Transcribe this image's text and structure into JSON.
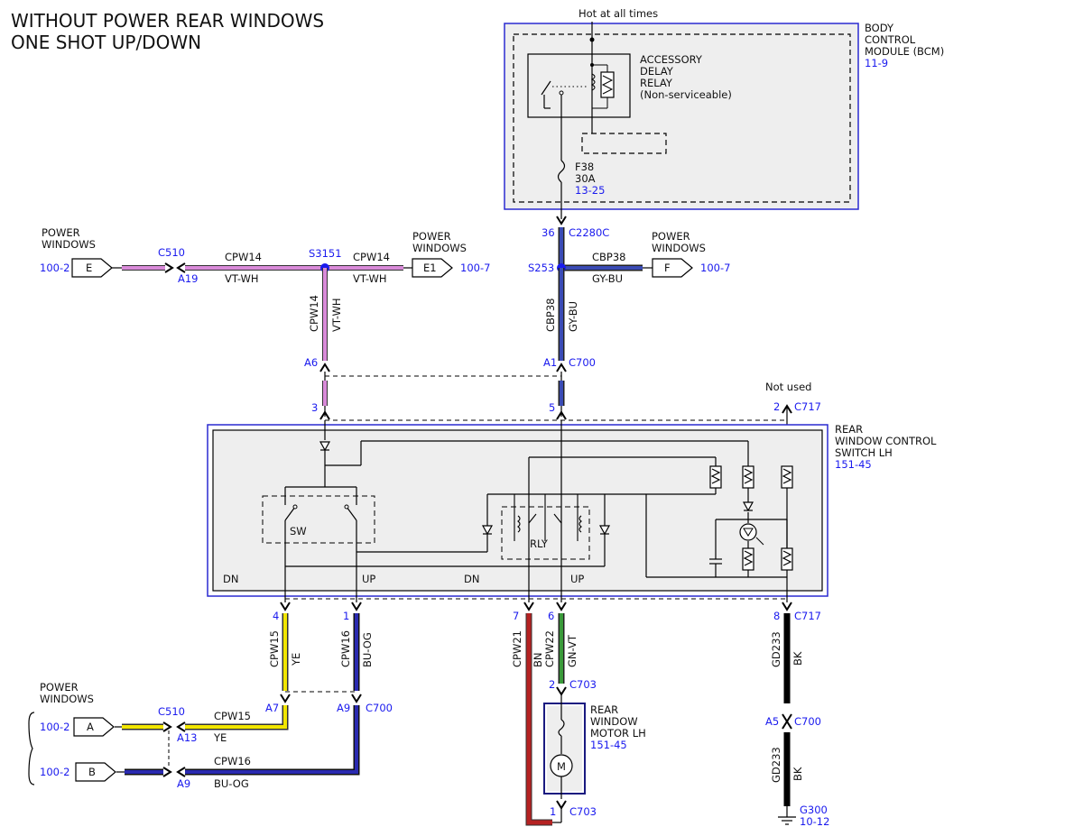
{
  "title": {
    "line1": "WITHOUT POWER REAR WINDOWS",
    "line2": "ONE SHOT UP/DOWN"
  },
  "colors": {
    "violet_white": "#d98ad9",
    "gray_blue": "#3a4bb5",
    "yellow": "#f2e600",
    "blue_orange": "#2a2ab0",
    "brown": "#b52222",
    "green_violet": "#3a9a3a",
    "black": "#000000",
    "ref_blue": "#1a1aee",
    "module_fill": "#eeeeee"
  },
  "power": {
    "hot": "Hot at all times"
  },
  "bcm": {
    "name": [
      "BODY",
      "CONTROL",
      "MODULE (BCM)"
    ],
    "ref": "11-9",
    "relay_label": [
      "ACCESSORY",
      "DELAY",
      "RELAY",
      "(Non-serviceable)"
    ],
    "fuse_id": "F38",
    "fuse_rating": "30A",
    "fuse_ref": "13-25"
  },
  "connectors": {
    "c2280c_pin": "36",
    "c2280c": "C2280C",
    "s253": "S253",
    "s3151": "S3151",
    "c510_top": "C510",
    "a19": "A19",
    "a6": "A6",
    "a1": "A1",
    "c700_top": "C700",
    "pin3": "3",
    "pin5": "5",
    "pin2_c717": "2",
    "c717_top": "C717",
    "not_used": "Not used",
    "pin4": "4",
    "pin1": "1",
    "pin7": "7",
    "pin6": "6",
    "pin8": "8",
    "c717_bot": "C717",
    "a7": "A7",
    "a9_mid": "A9",
    "c700_mid": "C700",
    "c510_bot": "C510",
    "a13": "A13",
    "a9_bot": "A9",
    "pin2_c703": "2",
    "c703_top": "C703",
    "pin1_c703": "1",
    "c703_bot": "C703",
    "a5": "A5",
    "c700_gnd": "C700",
    "g300": "G300",
    "g300_ref": "10-12"
  },
  "circuits": {
    "cpw14": "CPW14",
    "vt_wh": "VT-WH",
    "cbp38": "CBP38",
    "gy_bu": "GY-BU",
    "cpw15": "CPW15",
    "ye": "YE",
    "cpw16": "CPW16",
    "bu_og": "BU-OG",
    "cpw21": "CPW21",
    "bn": "BN",
    "cpw22": "CPW22",
    "gn_vt": "GN-VT",
    "gd233": "GD233",
    "bk": "BK"
  },
  "offpage": {
    "power_windows_1": "POWER",
    "power_windows_2": "WINDOWS",
    "e": "E",
    "e_ref": "100-2",
    "e1": "E1",
    "e1_ref": "100-7",
    "f": "F",
    "f_ref": "100-7",
    "a": "A",
    "a_ref": "100-2",
    "b": "B",
    "b_ref": "100-2"
  },
  "switch": {
    "name": [
      "REAR",
      "WINDOW CONTROL",
      "SWITCH LH"
    ],
    "ref": "151-45",
    "sw": "SW",
    "rly": "RLY",
    "dn": "DN",
    "up": "UP"
  },
  "motor": {
    "name": [
      "REAR",
      "WINDOW",
      "MOTOR LH"
    ],
    "ref": "151-45",
    "m": "M"
  }
}
